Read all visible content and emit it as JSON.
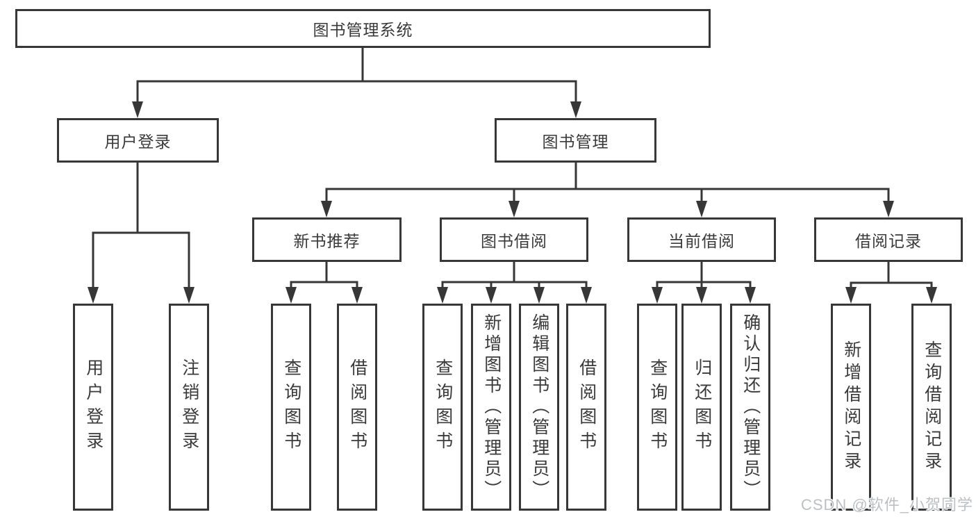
{
  "colors": {
    "line": "#373737",
    "box_border": "#373737",
    "box_background": "#ffffff",
    "text": "#3a3a3a",
    "watermark": "#bcc0c4"
  },
  "tree": {
    "root": {
      "label": "图书管理系统"
    },
    "branches": [
      {
        "label": "用户登录",
        "leaves": [
          {
            "label": "用户登录"
          },
          {
            "label": "注销登录"
          }
        ]
      },
      {
        "label": "图书管理",
        "groups": [
          {
            "label": "新书推荐",
            "leaves": [
              {
                "label": "查询图书"
              },
              {
                "label": "借阅图书"
              }
            ]
          },
          {
            "label": "图书借阅",
            "leaves": [
              {
                "label": "查询图书"
              },
              {
                "label": "新增图书（管理员）"
              },
              {
                "label": "编辑图书（管理员）"
              },
              {
                "label": "借阅图书"
              }
            ]
          },
          {
            "label": "当前借阅",
            "leaves": [
              {
                "label": "查询图书"
              },
              {
                "label": "归还图书"
              },
              {
                "label": "确认归还（管理员）"
              }
            ]
          },
          {
            "label": "借阅记录",
            "leaves": [
              {
                "label": "新增借阅记录"
              },
              {
                "label": "查询借阅记录"
              }
            ]
          }
        ]
      }
    ]
  },
  "watermark": {
    "text": "CSDN @软件_小贺同学"
  }
}
